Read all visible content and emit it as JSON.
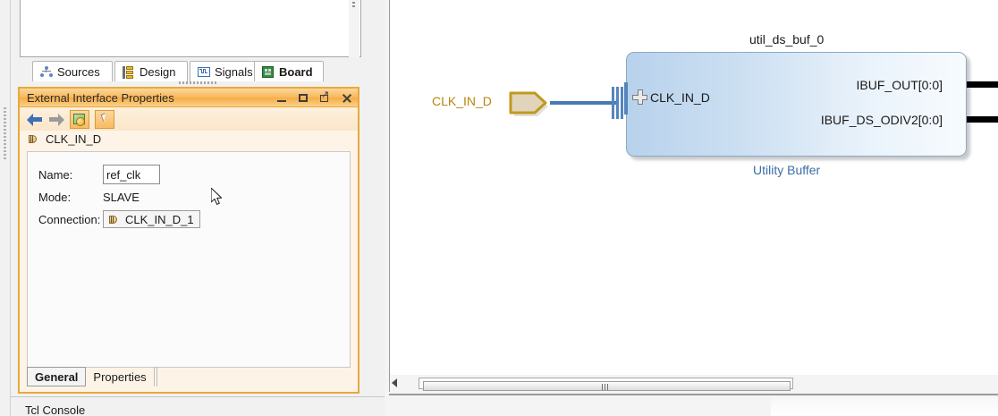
{
  "tabs": [
    {
      "label": "Sources",
      "icon": "hierarchy-icon",
      "active": false
    },
    {
      "label": "Design",
      "icon": "design-blocks-icon",
      "active": false
    },
    {
      "label": "Signals",
      "icon": "waveform-icon",
      "active": false
    },
    {
      "label": "Board",
      "icon": "board-chip-icon",
      "active": true
    }
  ],
  "properties_panel": {
    "title": "External Interface Properties",
    "window_buttons": {
      "minimize": "minimize-icon",
      "maximize": "maximize-icon",
      "float": "float-icon",
      "close": "close-icon"
    },
    "toolbar": {
      "back": "back-arrow-icon",
      "forward": "forward-arrow-icon",
      "picture": "show-picture-icon",
      "select": "select-arrow-icon"
    },
    "subject": {
      "icon": "interface-icon",
      "label": "CLK_IN_D"
    },
    "form": {
      "name_label": "Name:",
      "name_value": "ref_clk",
      "mode_label": "Mode:",
      "mode_value": "SLAVE",
      "connection_label": "Connection:",
      "connection_value": "CLK_IN_D_1",
      "connection_icon": "interface-icon"
    },
    "footer_tabs": [
      {
        "label": "General",
        "active": true
      },
      {
        "label": "Properties",
        "active": false
      }
    ]
  },
  "tcl_console": {
    "label": "Tcl Console"
  },
  "diagram": {
    "external_port": {
      "label": "CLK_IN_D",
      "label_color": "#b8860b",
      "fill_color": "#e0d5bb",
      "border_color": "#c09a1e"
    },
    "wire_color": "#4a7ab4",
    "block": {
      "title": "util_ds_buf_0",
      "subtitle": "Utility Buffer",
      "subtitle_color": "#3b6ea5",
      "input_ports": [
        {
          "label": "CLK_IN_D",
          "expand_icon": "plus-icon"
        }
      ],
      "output_ports": [
        {
          "label": "IBUF_OUT[0:0]"
        },
        {
          "label": "IBUF_DS_ODIV2[0:0]"
        }
      ]
    }
  },
  "scrollbar": {
    "left_arrow": "scroll-left-arrow-icon",
    "grip": "scroll-thumb-grip"
  }
}
